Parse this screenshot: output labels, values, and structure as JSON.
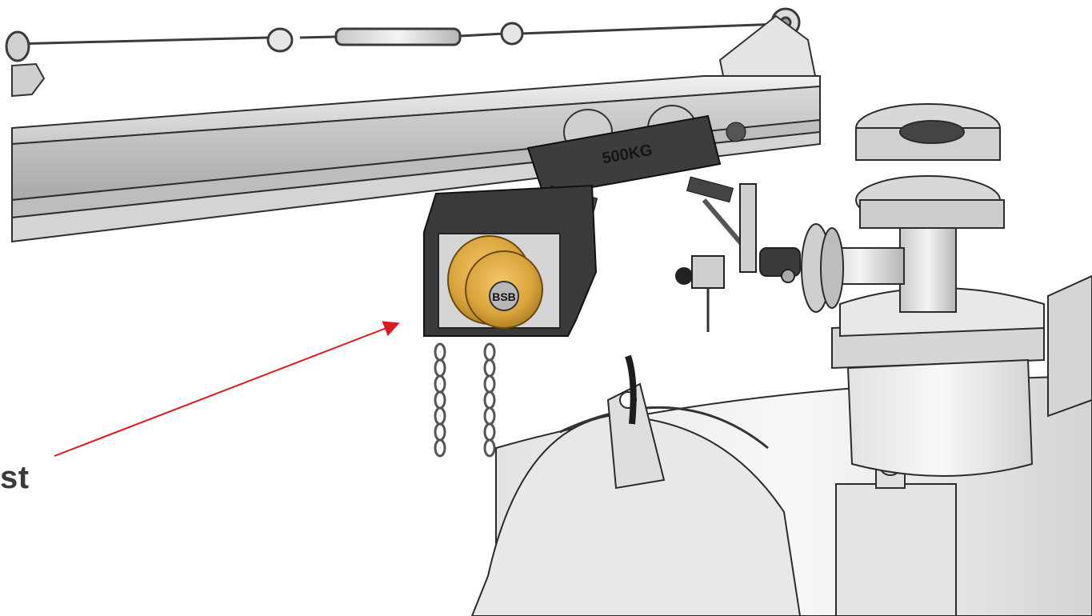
{
  "callout": {
    "label": "st",
    "arrow_color": "#e0191f"
  },
  "trolley_plate": {
    "capacity_text": "500KG"
  },
  "hoist_drum": {
    "brand_text": "BSB",
    "color": "#d9a43c"
  }
}
